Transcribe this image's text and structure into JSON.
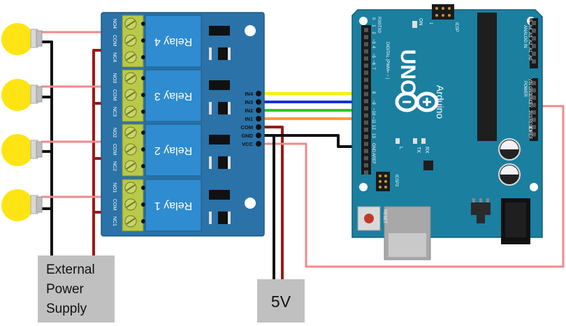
{
  "colors": {
    "bulb": "#ffe413",
    "relay_board": "#2a72a8",
    "relay_body": "#2f8cd0",
    "terminal": "#b8c94a",
    "arduino": "#1b7fa0",
    "wire_pink": "#f08a8a",
    "wire_black": "#111111",
    "wire_red": "#9a1a16",
    "wire_yellow": "#ffee00",
    "wire_blue": "#1530e0",
    "wire_green": "#2ec82e",
    "wire_orange": "#ff9a40",
    "supply_box": "#c0c0c0"
  },
  "relay_module": {
    "relays": [
      {
        "label": "Relay 4",
        "terminals": [
          "NO4",
          "COM",
          "NC4"
        ]
      },
      {
        "label": "Relay 3",
        "terminals": [
          "NO3",
          "COM",
          "NC3"
        ]
      },
      {
        "label": "Relay 2",
        "terminals": [
          "NO2",
          "COM",
          "NC2"
        ]
      },
      {
        "label": "Relay 1",
        "terminals": [
          "NO1",
          "COM",
          "NC1"
        ]
      }
    ],
    "header_pins": [
      "IN4",
      "IN3",
      "IN2",
      "IN1",
      "COM",
      "GND",
      "VCC"
    ]
  },
  "arduino": {
    "brand": "UNO",
    "name": "Arduino",
    "logo_symbols": "∞",
    "on_label": "ON",
    "icsp_label": "ICSP",
    "icsp2_label": "ICSP2",
    "reset_label": "RESET",
    "l_label": "L",
    "tx_label": "TX",
    "rx_label": "RX",
    "tx_top_label": "TX0",
    "rx_top_label": "RX0",
    "digital_label": "DIGITAL (PWM= ~ )",
    "analog_label": "ANALOG IN",
    "power_label": "POWER",
    "digital_pins": [
      "8",
      "~9",
      "~10",
      "~11",
      "12",
      "13",
      "GND",
      "AREF"
    ],
    "digital_pins_top": [
      "0",
      "1",
      "2",
      "~3",
      "4",
      "~5",
      "~6",
      "7"
    ],
    "analog_pins": [
      "A5",
      "A4",
      "A3",
      "A2",
      "A1",
      "A0"
    ],
    "power_pins": [
      "VIN",
      "GND",
      "GND",
      "5V",
      "3V3",
      "RESET",
      "IOREF"
    ],
    "icsp_numbers": [
      "1"
    ]
  },
  "external_supply": {
    "label_lines": [
      "External",
      "Power",
      "Supply"
    ]
  },
  "five_volt": {
    "label": "5V"
  }
}
